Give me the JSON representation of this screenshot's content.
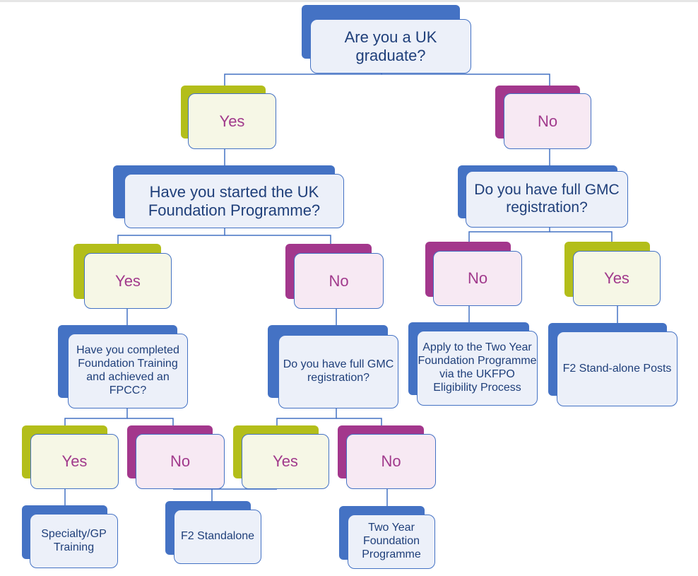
{
  "flowchart": {
    "root": "Are you a UK graduate?",
    "uk_yes": "Yes",
    "uk_no": "No",
    "started_q": "Have you started the UK Foundation Programme?",
    "started_yes": "Yes",
    "started_no": "No",
    "completed_q": "Have you completed Foundation Training and achieved an FPCC?",
    "gmc_q_uk": "Do you have full GMC registration?",
    "completed_yes": "Yes",
    "completed_no": "No",
    "gmc_uk_yes": "Yes",
    "gmc_uk_no": "No",
    "specialty": "Specialty/GP Training",
    "f2_standalone": "F2 Standalone",
    "two_year": "Two Year Foundation Programme",
    "gmc_q_intl": "Do you have full GMC registration?",
    "gmc_intl_no": "No",
    "gmc_intl_yes": "Yes",
    "apply_two_year": "Apply to the Two Year Foundation Programme via the UKFPO Eligibility Process",
    "f2_posts": "F2 Stand-alone Posts"
  }
}
